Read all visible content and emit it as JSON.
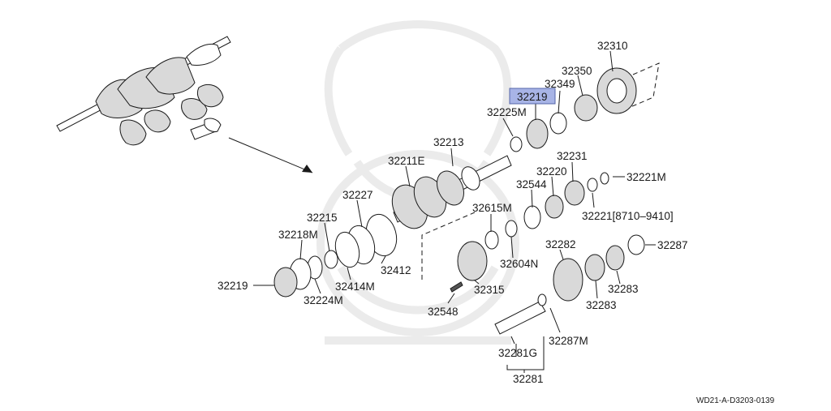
{
  "highlight_color": "#a8b4e6",
  "labels": {
    "p32310": "32310",
    "p32350": "32350",
    "p32349": "32349",
    "p32219_hl": "32219",
    "p32225M": "32225M",
    "p32213": "32213",
    "p32211E": "32211E",
    "p32231": "32231",
    "p32221M": "32221M",
    "p32220": "32220",
    "p32544": "32544",
    "p32221": "32221[8710–9410]",
    "p32227": "32227",
    "p32615M": "32615M",
    "p32215": "32215",
    "p32218M": "32218M",
    "p32287a": "32287",
    "p32282": "32282",
    "p32604N": "32604N",
    "p32412": "32412",
    "p32414M": "32414M",
    "p32219": "32219",
    "p32224M": "32224M",
    "p32315": "32315",
    "p32283a": "32283",
    "p32283b": "32283",
    "p32548": "32548",
    "p32287M": "32287M",
    "p32281G": "32281G",
    "p32281": "32281"
  },
  "diagram_code": "WD21-A-D3203-0139"
}
